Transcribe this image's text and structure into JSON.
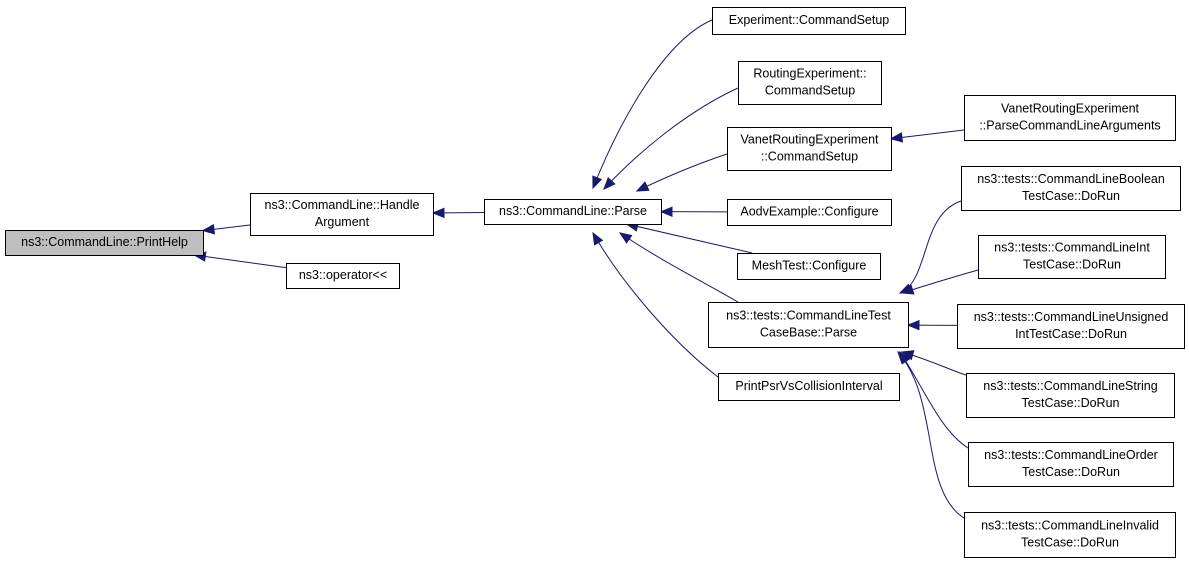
{
  "nodes": [
    {
      "id": "printhelp",
      "lines": [
        "ns3::CommandLine::PrintHelp"
      ],
      "highlight": true
    },
    {
      "id": "handleargument",
      "lines": [
        "ns3::CommandLine::Handle",
        "Argument"
      ]
    },
    {
      "id": "operator",
      "lines": [
        "ns3::operator<<"
      ]
    },
    {
      "id": "parse",
      "lines": [
        "ns3::CommandLine::Parse"
      ]
    },
    {
      "id": "experiment",
      "lines": [
        "Experiment::CommandSetup"
      ]
    },
    {
      "id": "routingexp",
      "lines": [
        "RoutingExperiment::",
        "CommandSetup"
      ]
    },
    {
      "id": "vanetsetup",
      "lines": [
        "VanetRoutingExperiment",
        "::CommandSetup"
      ]
    },
    {
      "id": "aodv",
      "lines": [
        "AodvExample::Configure"
      ]
    },
    {
      "id": "meshtest",
      "lines": [
        "MeshTest::Configure"
      ]
    },
    {
      "id": "testcasebase",
      "lines": [
        "ns3::tests::CommandLineTest",
        "CaseBase::Parse"
      ]
    },
    {
      "id": "printpsr",
      "lines": [
        "PrintPsrVsCollisionInterval"
      ]
    },
    {
      "id": "vanetparse",
      "lines": [
        "VanetRoutingExperiment",
        "::ParseCommandLineArguments"
      ]
    },
    {
      "id": "booleantest",
      "lines": [
        "ns3::tests::CommandLineBoolean",
        "TestCase::DoRun"
      ]
    },
    {
      "id": "inttest",
      "lines": [
        "ns3::tests::CommandLineInt",
        "TestCase::DoRun"
      ]
    },
    {
      "id": "unsignedtest",
      "lines": [
        "ns3::tests::CommandLineUnsigned",
        "IntTestCase::DoRun"
      ]
    },
    {
      "id": "stringtest",
      "lines": [
        "ns3::tests::CommandLineString",
        "TestCase::DoRun"
      ]
    },
    {
      "id": "ordertest",
      "lines": [
        "ns3::tests::CommandLineOrder",
        "TestCase::DoRun"
      ]
    },
    {
      "id": "invalidtest",
      "lines": [
        "ns3::tests::CommandLineInvalid",
        "TestCase::DoRun"
      ]
    }
  ],
  "edges": [
    {
      "from": "handleargument",
      "to": "printhelp"
    },
    {
      "from": "operator",
      "to": "printhelp"
    },
    {
      "from": "parse",
      "to": "handleargument"
    },
    {
      "from": "experiment",
      "to": "parse"
    },
    {
      "from": "routingexp",
      "to": "parse"
    },
    {
      "from": "vanetsetup",
      "to": "parse"
    },
    {
      "from": "aodv",
      "to": "parse"
    },
    {
      "from": "meshtest",
      "to": "parse"
    },
    {
      "from": "testcasebase",
      "to": "parse"
    },
    {
      "from": "printpsr",
      "to": "parse"
    },
    {
      "from": "vanetparse",
      "to": "vanetsetup"
    },
    {
      "from": "booleantest",
      "to": "testcasebase"
    },
    {
      "from": "inttest",
      "to": "testcasebase"
    },
    {
      "from": "unsignedtest",
      "to": "testcasebase"
    },
    {
      "from": "stringtest",
      "to": "testcasebase"
    },
    {
      "from": "ordertest",
      "to": "testcasebase"
    },
    {
      "from": "invalidtest",
      "to": "testcasebase"
    }
  ],
  "colors": {
    "edge": "#191970",
    "highlight_fill": "#bfbfbf",
    "box_stroke": "#000000"
  }
}
